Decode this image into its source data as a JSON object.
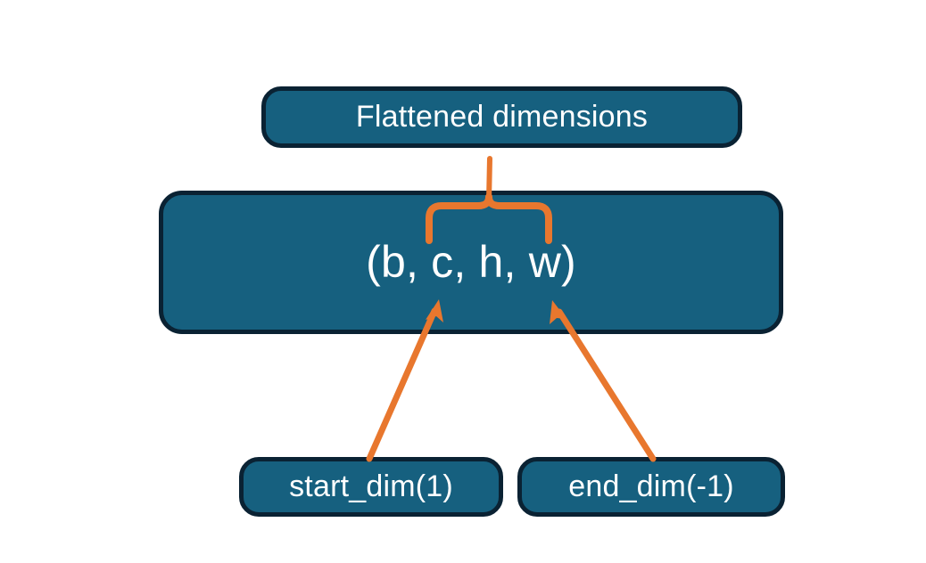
{
  "diagram": {
    "title_node": {
      "label": "Flattened dimensions"
    },
    "tensor_node": {
      "label": "(b, c, h, w)"
    },
    "argument_nodes": [
      {
        "label": "start_dim(1)"
      },
      {
        "label": "end_dim(-1)"
      }
    ],
    "connectors": [
      {
        "name": "brace-over-flattened-dims",
        "kind": "curly-brace-up",
        "spans": "c, h, w",
        "color": "#E8772E"
      },
      {
        "name": "arrow-start-dim-to-c",
        "kind": "arrow",
        "from": "start_dim(1)",
        "to": "c",
        "color": "#E8772E"
      },
      {
        "name": "arrow-end-dim-to-w",
        "kind": "arrow",
        "from": "end_dim(-1)",
        "to": "w",
        "color": "#E8772E"
      }
    ]
  },
  "colors": {
    "node_fill": "#16607F",
    "node_border": "#0A2233",
    "node_text": "#FFFFFF",
    "accent": "#E8772E",
    "background": "#FFFFFF"
  }
}
